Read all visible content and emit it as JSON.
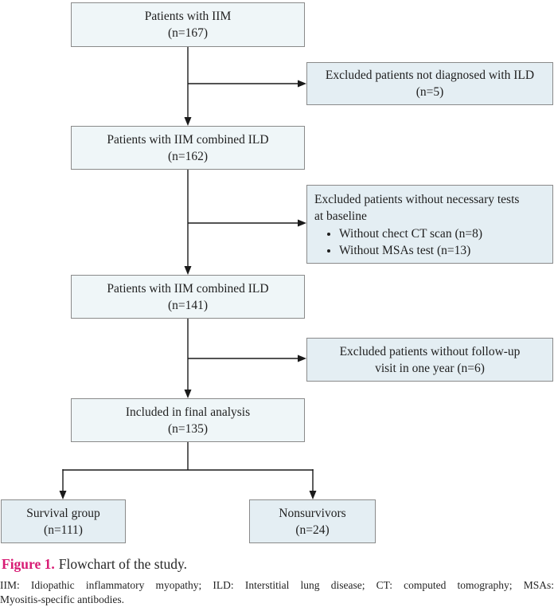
{
  "nodes": {
    "iim": {
      "title": "Patients with IIM",
      "n": "(n=167)"
    },
    "iim_ild_baseline": {
      "title": "Patients with IIM combined ILD",
      "n": "(n=162)"
    },
    "iim_ild_tested": {
      "title": "Patients with IIM combined ILD",
      "n": "(n=141)"
    },
    "final_analysis": {
      "title": "Included in final analysis",
      "n": "(n=135)"
    },
    "excl_no_ild": {
      "line1": "Excluded patients not diagnosed with ILD",
      "line2": "(n=5)"
    },
    "excl_tests": {
      "line1": "Excluded patients without necessary tests",
      "line2": "at baseline",
      "bullets": [
        "Without chect CT scan (n=8)",
        "Without MSAs test (n=13)"
      ]
    },
    "excl_followup": {
      "line1": "Excluded patients without follow-up",
      "line2": "visit in one year (n=6)"
    },
    "survival": {
      "title": "Survival group",
      "n": "(n=111)"
    },
    "nonsurvivors": {
      "title": "Nonsurvivors",
      "n": "(n=24)"
    }
  },
  "caption": {
    "label": "Figure 1.",
    "text": "Flowchart of the study."
  },
  "footnote": {
    "line1": "IIM: Idiopathic inflammatory myopathy; ILD: Interstitial lung disease; CT: computed tomography; MSAs:",
    "line2": "Myositis-specific antibodies."
  },
  "colors": {
    "node_fill_main": "#eff6f8",
    "node_fill_side": "#e4eef3",
    "node_border": "#8a8a8a",
    "connector": "#1a1a1a",
    "figure_label": "#d81b74",
    "text": "#1f1f1f"
  }
}
